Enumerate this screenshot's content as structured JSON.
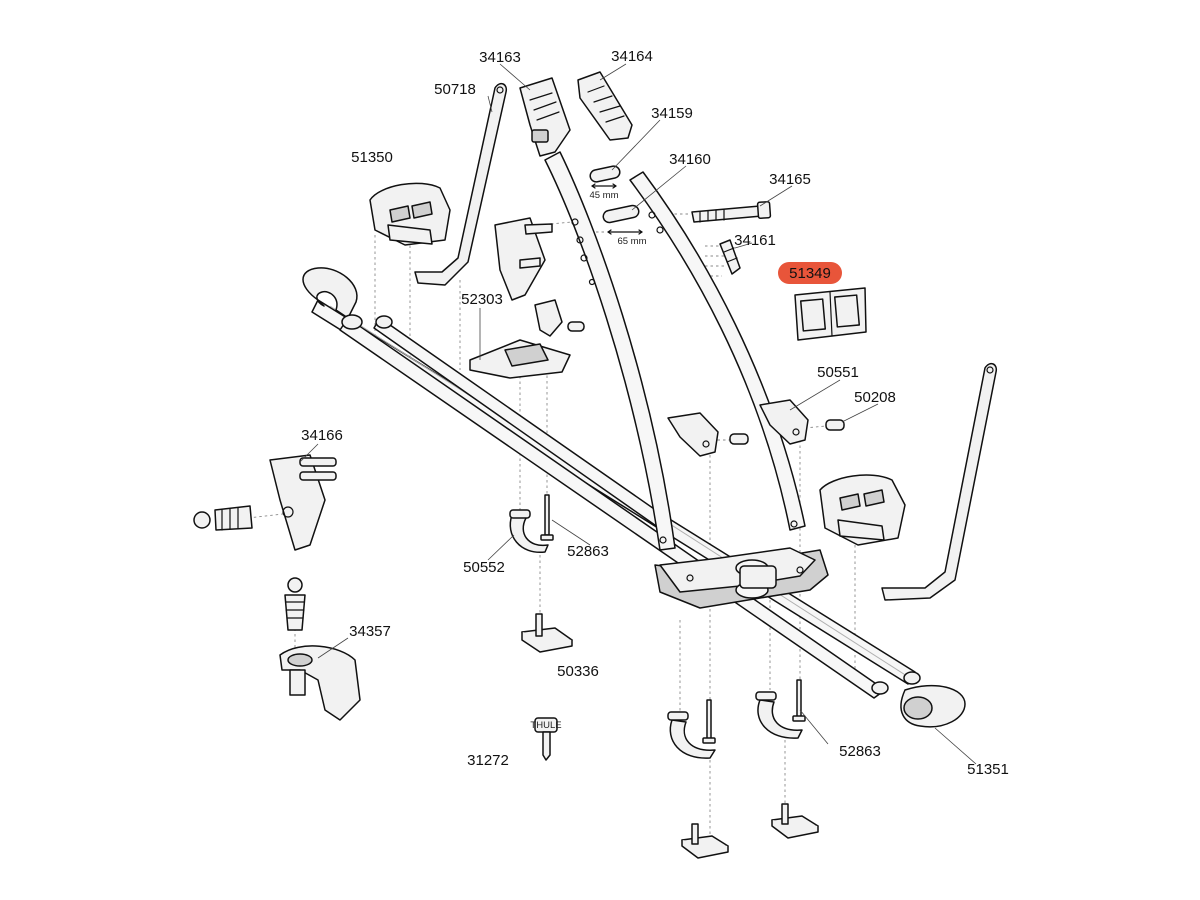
{
  "diagram": {
    "highlight_color": "#e8553a",
    "parts": [
      {
        "id": "34163"
      },
      {
        "id": "34164"
      },
      {
        "id": "50718"
      },
      {
        "id": "34159"
      },
      {
        "id": "34160"
      },
      {
        "id": "51350"
      },
      {
        "id": "34165"
      },
      {
        "id": "34161"
      },
      {
        "id": "51349",
        "highlighted": true
      },
      {
        "id": "52303"
      },
      {
        "id": "50551"
      },
      {
        "id": "50208"
      },
      {
        "id": "34166"
      },
      {
        "id": "52863"
      },
      {
        "id": "50552"
      },
      {
        "id": "50336"
      },
      {
        "id": "34357"
      },
      {
        "id": "31272"
      },
      {
        "id": "52863"
      },
      {
        "id": "51351"
      }
    ],
    "dimensions": [
      "45 mm",
      "65 mm"
    ],
    "key_tag_text": "THULE"
  }
}
